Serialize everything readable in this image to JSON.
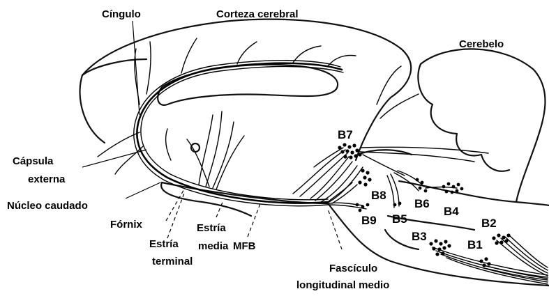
{
  "labels": {
    "cingulo": "Cíngulo",
    "corteza": "Corteza cerebral",
    "cerebelo": "Cerebelo",
    "capsula_1": "Cápsula",
    "capsula_2": "externa",
    "nucleo": "Núcleo caudado",
    "fornix": "Fórnix",
    "estria_terminal_1": "Estría",
    "estria_terminal_2": "terminal",
    "estria_media_1": "Estría",
    "estria_media_2": "media",
    "mfb": "MFB",
    "fasciculo_1": "Fascículo",
    "fasciculo_2": "longitudinal medio"
  },
  "nuclei": {
    "b1": "B1",
    "b2": "B2",
    "b3": "B3",
    "b4": "B4",
    "b5": "B5",
    "b6": "B6",
    "b7": "B7",
    "b8": "B8",
    "b9": "B9"
  }
}
